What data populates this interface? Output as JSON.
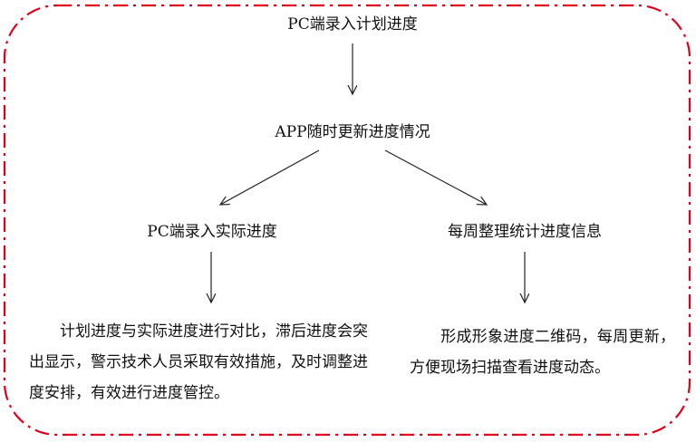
{
  "nodes": {
    "top": "PC端录入计划进度",
    "middle": "APP随时更新进度情况",
    "left": "PC端录入实际进度",
    "right": "每周整理统计进度信息"
  },
  "notes": {
    "left": "计划进度与实际进度进行对比，滞后进度会突出显示，警示技术人员采取有效措施，及时调整进度安排，有效进行进度管控。",
    "right": "形成形象进度二维码，每周更新，方便现场扫描查看进度动态。"
  },
  "colors": {
    "border": "#e0001b",
    "arrow": "#222222",
    "text": "#111111"
  }
}
